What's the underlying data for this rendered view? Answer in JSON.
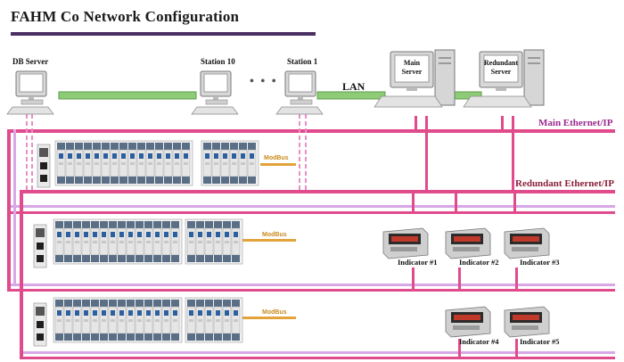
{
  "title": "FAHM Co Network Configuration",
  "labels": {
    "db_server": "DB Server",
    "station_10": "Station 10",
    "station_1": "Station 1",
    "dots": "• • •",
    "lan": "LAN",
    "main_server": "Main\nServer",
    "redundant_server": "Redundant\nServer",
    "main_ethernet": "Main Ethernet/IP",
    "redundant_ethernet": "Redundant Ethernet/IP",
    "modbus": "ModBus"
  },
  "indicators": [
    "Indicator #1",
    "Indicator #2",
    "Indicator #3",
    "Indicator #4",
    "Indicator #5"
  ],
  "colors": {
    "main_bus": "#e04b8c",
    "redundant_bus": "#e04b8c",
    "bus_light": "#d9a7e6",
    "lan": "#7fbf6a",
    "modbus": "#e3a23a",
    "title_rule": "#4a2f63"
  }
}
